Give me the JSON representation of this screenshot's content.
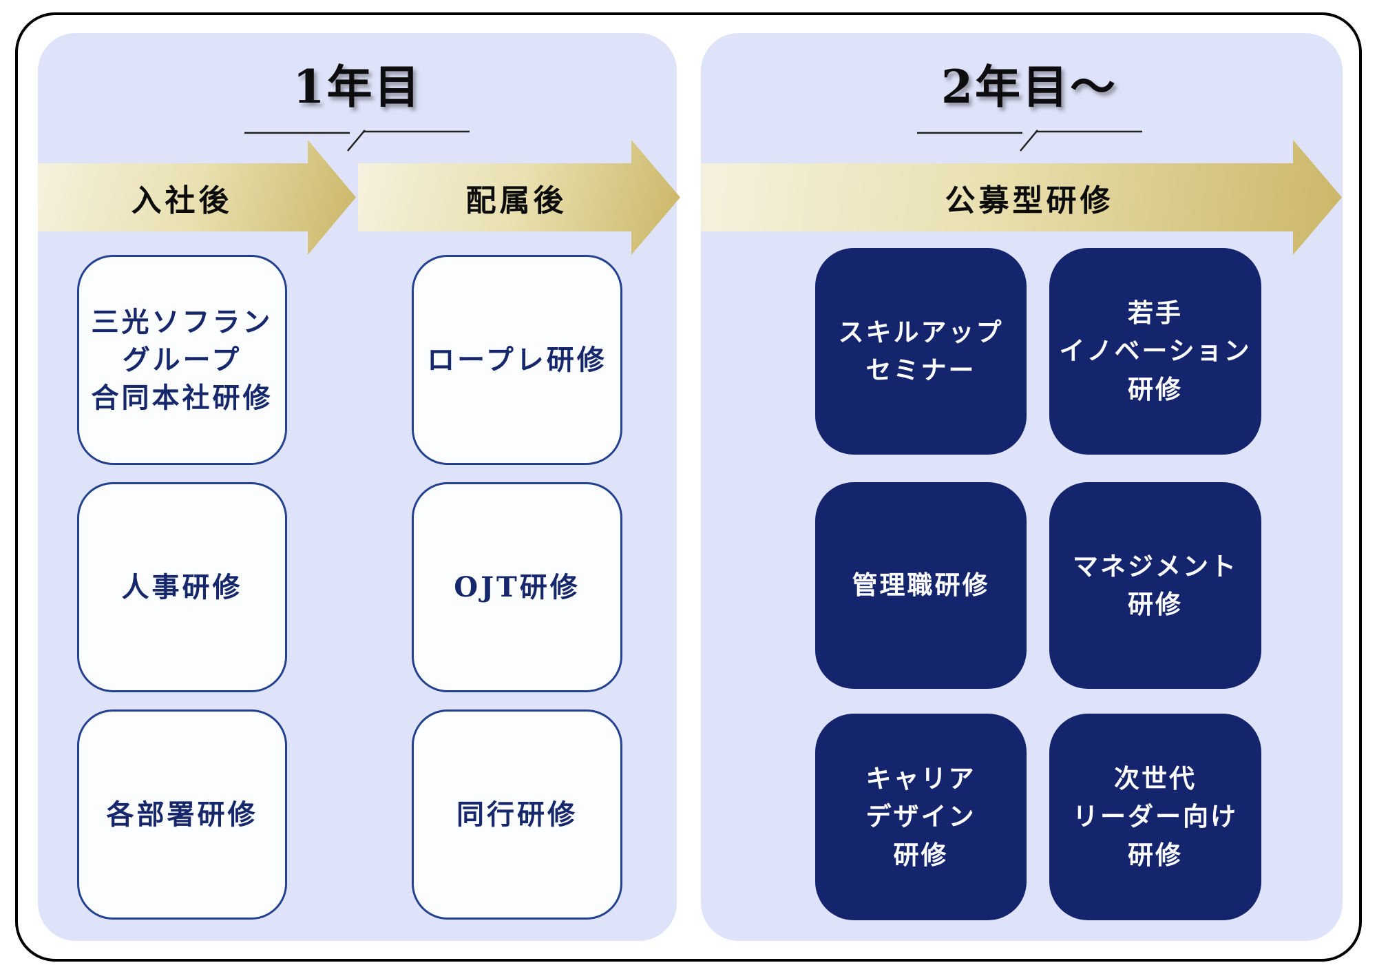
{
  "figure": {
    "type": "training-roadmap-diagram",
    "colors": {
      "panel_background": "#dee3fa",
      "arrow_gradient_start": "#f5f1de",
      "arrow_gradient_end": "#ccb768",
      "navy_box_background": "#14256e",
      "white_box_background": "#fbfdff",
      "white_box_border": "#24418f",
      "white_box_text": "#16286b",
      "navy_box_text": "#ffffff",
      "frame_border": "#000000",
      "arrow_label_text": "#0c0c0c"
    }
  },
  "panels": [
    {
      "title": "1年目",
      "arrows": [
        {
          "label": "入社後"
        },
        {
          "label": "配属後"
        }
      ],
      "columns": [
        {
          "boxes": [
            {
              "lines": [
                "三光ソフラン",
                "グループ",
                "合同本社研修"
              ]
            },
            {
              "lines": [
                "人事研修"
              ]
            },
            {
              "lines": [
                "各部署研修"
              ]
            }
          ]
        },
        {
          "boxes": [
            {
              "lines": [
                "ロープレ研修"
              ]
            },
            {
              "lines": [
                "OJT研修"
              ]
            },
            {
              "lines": [
                "同行研修"
              ]
            }
          ]
        }
      ]
    },
    {
      "title": "2年目〜",
      "arrows": [
        {
          "label": "公募型研修"
        }
      ],
      "columns": [
        {
          "boxes": [
            {
              "lines": [
                "スキルアップ",
                "セミナー"
              ]
            },
            {
              "lines": [
                "管理職研修"
              ]
            },
            {
              "lines": [
                "キャリア",
                "デザイン",
                "研修"
              ]
            }
          ]
        },
        {
          "boxes": [
            {
              "lines": [
                "若手",
                "イノベーション",
                "研修"
              ]
            },
            {
              "lines": [
                "マネジメント",
                "研修"
              ]
            },
            {
              "lines": [
                "次世代",
                "リーダー向け",
                "研修"
              ]
            }
          ]
        }
      ]
    }
  ]
}
